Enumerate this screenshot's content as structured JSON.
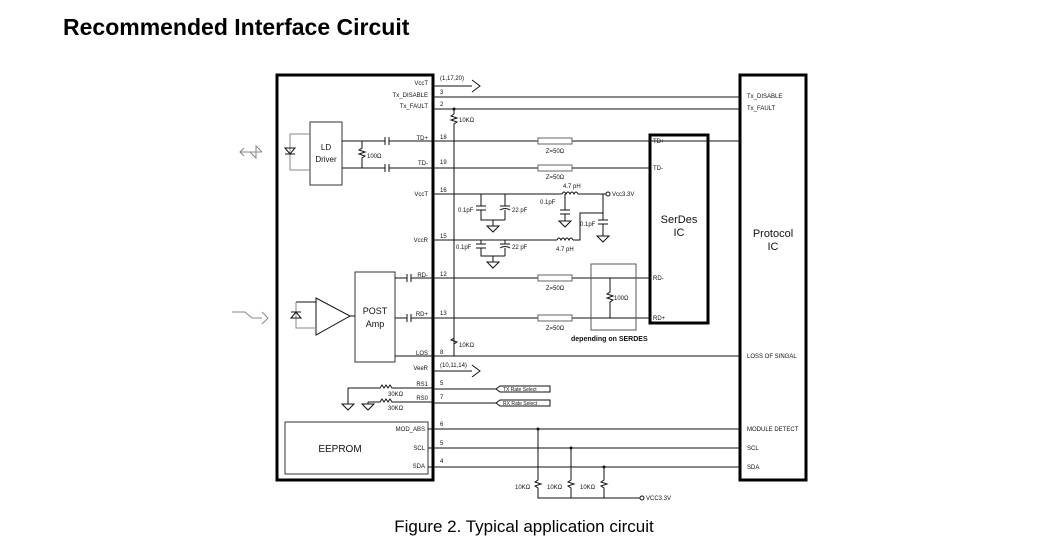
{
  "title": "Recommended Interface Circuit",
  "caption": "Figure 2. Typical application circuit",
  "module": {
    "pins": [
      {
        "name": "VccT",
        "num": "(1,17,20)"
      },
      {
        "name": "Tx_DISABLE",
        "num": "3"
      },
      {
        "name": "Tx_FAULT",
        "num": "2"
      },
      {
        "name": "TD+",
        "num": "18"
      },
      {
        "name": "TD-",
        "num": "19"
      },
      {
        "name": "VccT",
        "num": "16"
      },
      {
        "name": "VccR",
        "num": "15"
      },
      {
        "name": "RD-",
        "num": "12"
      },
      {
        "name": "RD+",
        "num": "13"
      },
      {
        "name": "LOS",
        "num": "8"
      },
      {
        "name": "VeeR",
        "num": "(10,11,14)"
      },
      {
        "name": "RS1",
        "num": "5"
      },
      {
        "name": "RS0",
        "num": "7"
      },
      {
        "name": "MOD_ABS",
        "num": "6"
      },
      {
        "name": "SCL",
        "num": "5"
      },
      {
        "name": "SDA",
        "num": "4"
      }
    ],
    "ld_driver": [
      "LD",
      "Driver"
    ],
    "post_amp": [
      "POST",
      "Amp"
    ],
    "eeprom": "EEPROM",
    "r_term": "100Ω"
  },
  "serdes": {
    "label": [
      "SerDes",
      "IC"
    ],
    "pins": [
      "TD+",
      "TD-",
      "RD-",
      "RD+"
    ]
  },
  "protocol": {
    "label": [
      "Protocol",
      "IC"
    ],
    "pins": [
      "Tx_DISABLE",
      "Tx_FAULT",
      "LOSS OF SINGAL",
      "MODULE DETECT",
      "SCL",
      "SDA"
    ]
  },
  "components": {
    "pullup_txfault": "10KΩ",
    "pullup_los": "10KΩ",
    "z_td_plus": "Z=50Ω",
    "z_td_minus": "Z=50Ω",
    "z_rd_minus": "Z=50Ω",
    "z_rd_plus": "Z=50Ω",
    "cap_t1": "0.1pF",
    "cap_t2": "22 pF",
    "ind_t": "4.7 pH",
    "cap_t3": "0.1pF",
    "cap_r1": "0.1pF",
    "cap_r2": "22 pF",
    "ind_r": "4.7 pH",
    "cap_r3": "0.1pF",
    "vcc_top": "Vcc3.3V",
    "r_rd_term": "100Ω",
    "depending": "depending on SERDES",
    "rs1_res": "30KΩ",
    "rs0_res": "30KΩ",
    "tx_rate": "TX Rate Select",
    "rx_rate": "RX Rate Select",
    "i2c_r1": "10KΩ",
    "i2c_r2": "10KΩ",
    "i2c_r3": "10KΩ",
    "vcc_bottom": "VCC3.3V"
  }
}
